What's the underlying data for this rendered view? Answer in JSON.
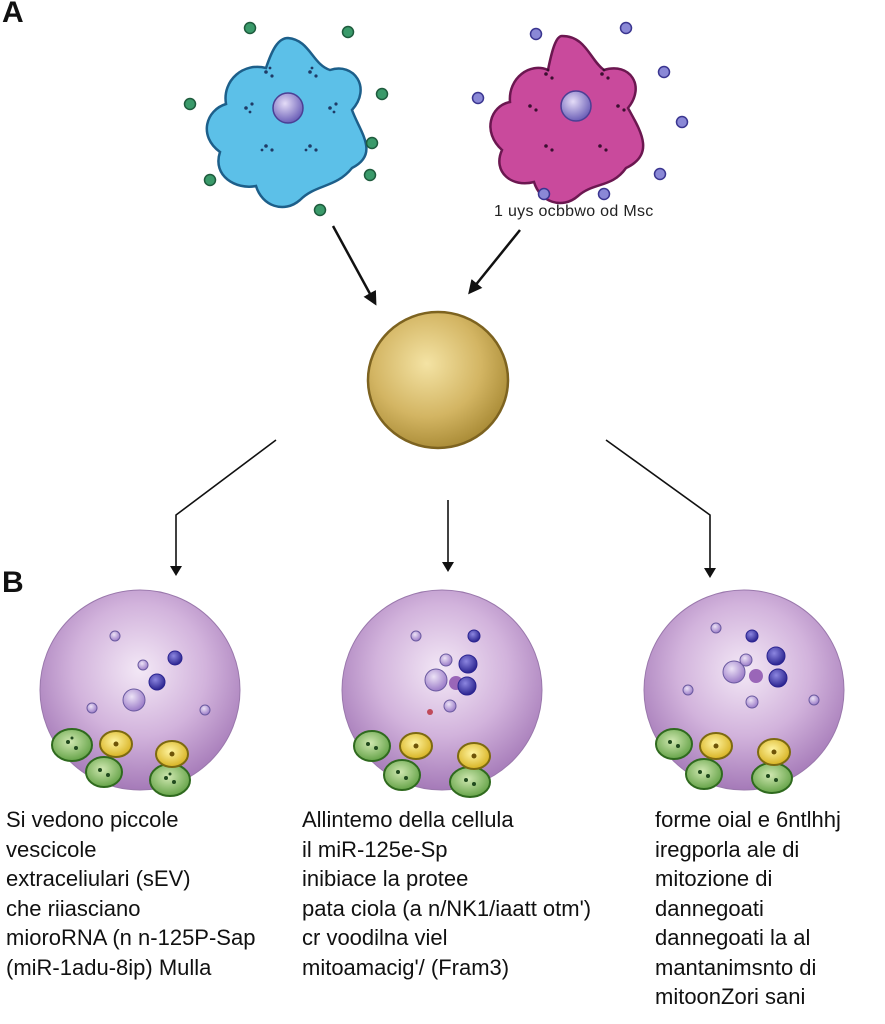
{
  "panels": {
    "a": "A",
    "b": "B"
  },
  "top": {
    "right_cell_label": "1 uys ocbbwo od Msc"
  },
  "captions": {
    "left": [
      "Si vedono piccole",
      "vescicole",
      "extraceliulari (sEV)",
      "che riiasciano",
      "mioroRNA (n n-125P-Sap",
      "(miR-1adu-8ip) Mulla"
    ],
    "middle": [
      "Allintemo della cellula",
      "il miR-125e-Sp",
      "inibiace la protee",
      "pata ciola (a n/NK1/iaatt otm')",
      "cr voodilna viel",
      "mitoamacig'/ (Fram3)"
    ],
    "right": [
      "forme oial e 6ntlhhj",
      "iregporla ale di",
      "mitozione di",
      "dannegoati",
      "dannegoati la al",
      "mantanimsnto di",
      "mitoonZori sani"
    ]
  },
  "colors": {
    "blue_cell": "#5cc0e8",
    "magenta_cell": "#c94a9c",
    "target_cell": "#c9a84a",
    "sphere": "#c8a4d4",
    "vesicle_green": "#3a9a6a",
    "vesicle_blue": "#7b78c6",
    "mito_green": "#7ab85a",
    "yellow_body": "#e8c830"
  }
}
